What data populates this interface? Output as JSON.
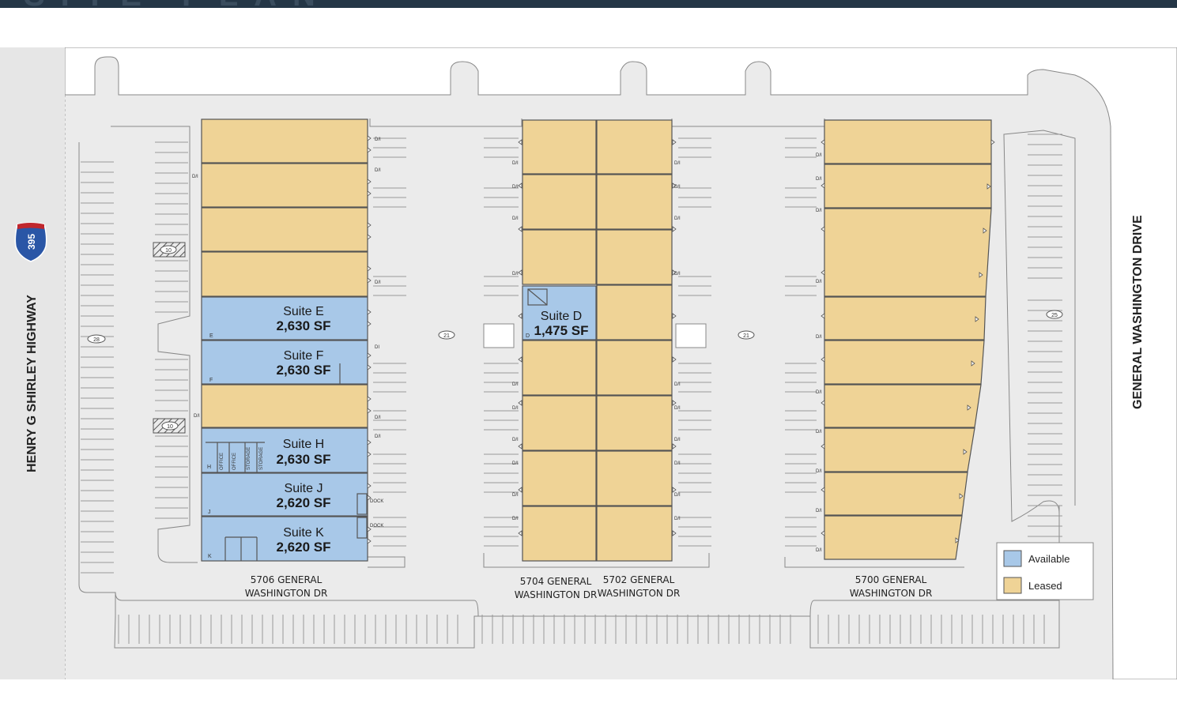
{
  "header": {
    "ghost_text": "SITE PLAN"
  },
  "roads": {
    "west": "HENRY G SHIRLEY HIGHWAY",
    "east": "GENERAL WASHINGTON DRIVE",
    "shield": "395"
  },
  "buildings": {
    "b5706": {
      "address_line1": "5706 GENERAL",
      "address_line2": "WASHINGTON DR"
    },
    "b5704": {
      "address_line1": "5704 GENERAL",
      "address_line2": "WASHINGTON DR"
    },
    "b5702": {
      "address_line1": "5702 GENERAL",
      "address_line2": "WASHINGTON DR"
    },
    "b5700": {
      "address_line1": "5700 GENERAL",
      "address_line2": "WASHINGTON DR"
    }
  },
  "suites": {
    "e": {
      "name": "Suite E",
      "sf": "2,630 SF",
      "letter": "E"
    },
    "f": {
      "name": "Suite F",
      "sf": "2,630 SF",
      "letter": "F"
    },
    "h": {
      "name": "Suite H",
      "sf": "2,630 SF",
      "letter": "H"
    },
    "j": {
      "name": "Suite J",
      "sf": "2,620 SF",
      "letter": "J"
    },
    "k": {
      "name": "Suite K",
      "sf": "2,620 SF",
      "letter": "K"
    },
    "d": {
      "name": "Suite D",
      "sf": "1,475 SF",
      "letter": "D"
    }
  },
  "room_labels": {
    "office": "OFFICE",
    "storage": "STORAGE",
    "dock": "DOCK",
    "di": "D/I",
    "di_alt": "DI"
  },
  "parking_counts": {
    "west": "28",
    "hatch_top": "10",
    "hatch_bottom": "10",
    "center_left": "21",
    "center_right": "21",
    "east": "25"
  },
  "legend": {
    "available": "Available",
    "leased": "Leased"
  },
  "colors": {
    "available": "#a8c8e8",
    "leased": "#efd396",
    "pavement": "#ebebeb",
    "building_outline": "#555555",
    "header": "#243646"
  }
}
